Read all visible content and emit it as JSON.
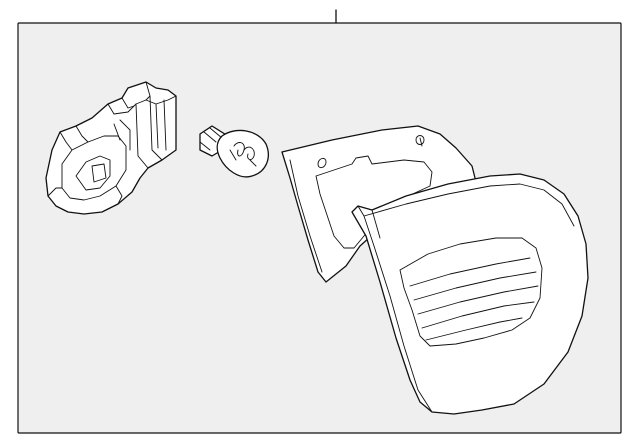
{
  "diagram": {
    "background_color": "#efefef",
    "line_color": "#111111",
    "parts": [
      {
        "name": "socket",
        "icon": "bulb-socket-icon"
      },
      {
        "name": "bulb",
        "icon": "bulb-icon"
      },
      {
        "name": "reflector-housing",
        "icon": "reflector-icon"
      },
      {
        "name": "lamp-lens",
        "icon": "lens-icon"
      }
    ]
  }
}
